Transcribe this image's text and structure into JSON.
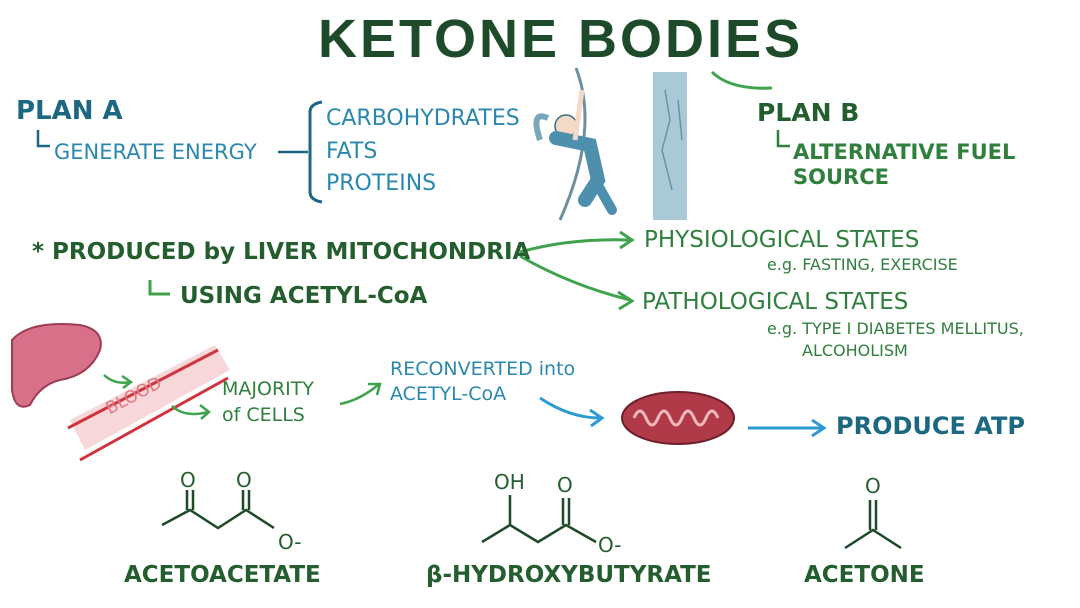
{
  "title": "KETONE BODIES",
  "plan_a": {
    "label": "PLAN A",
    "goal": "GENERATE ENERGY",
    "sources": [
      "CARBOHYDRATES",
      "FATS",
      "PROTEINS"
    ]
  },
  "plan_b": {
    "label": "PLAN B",
    "goal_line1": "ALTERNATIVE FUEL",
    "goal_line2": "SOURCE"
  },
  "production": {
    "main": "* PRODUCED by LIVER MITOCHONDRIA",
    "sub": "USING ACETYL-CoA",
    "states": [
      {
        "label": "PHYSIOLOGICAL STATES",
        "example": "e.g. FASTING, EXERCISE"
      },
      {
        "label": "PATHOLOGICAL STATES",
        "example": "e.g. TYPE I DIABETES MELLITUS,",
        "example2": "ALCOHOLISM"
      }
    ]
  },
  "pathway": {
    "blood": "BLOOD",
    "cells_line1": "MAJORITY",
    "cells_line2": "of CELLS",
    "reconverted_line1": "RECONVERTED into",
    "reconverted_line2": "ACETYL-CoA",
    "result": "PRODUCE ATP"
  },
  "molecules": [
    {
      "name": "ACETOACETATE",
      "atoms": [
        "O",
        "O",
        "O-"
      ]
    },
    {
      "name": "β-HYDROXYBUTYRATE",
      "atoms": [
        "OH",
        "O",
        "O-"
      ]
    },
    {
      "name": "ACETONE",
      "atoms": [
        "O"
      ]
    }
  ],
  "colors": {
    "title": "#1d4a28",
    "teal": "#1c6882",
    "blue": "#2a88b0",
    "green": "#2f7f3d",
    "arrow_green": "#3ea34c",
    "arrow_blue": "#2a9bd0",
    "liver": "#d9708a",
    "mito": "#b03a48"
  }
}
